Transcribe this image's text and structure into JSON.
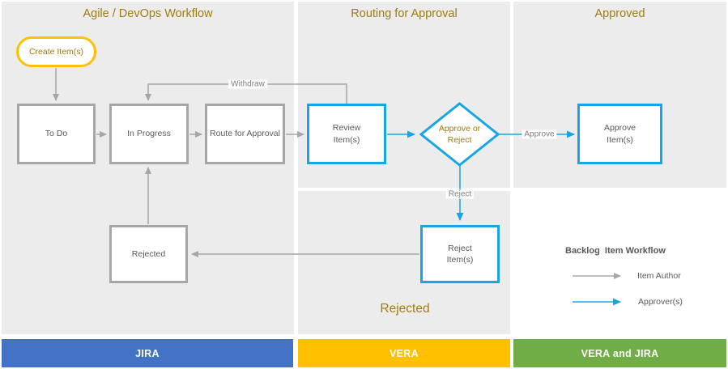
{
  "lanes": {
    "agile": "Agile / DevOps Workflow",
    "routing": "Routing for Approval",
    "approved": "Approved"
  },
  "nodes": {
    "create_item": {
      "label": "Create Item(s)"
    },
    "to_do": {
      "label": "To Do"
    },
    "in_progress": {
      "label": "In Progress"
    },
    "route_for_approval": {
      "label": "Route for Approval"
    },
    "review_items": {
      "line1": "Review",
      "line2": "Item(s)"
    },
    "approve_or_reject": {
      "line1": "Approve or",
      "line2": "Reject"
    },
    "approve_items": {
      "line1": "Approve",
      "line2": "Item(s)"
    },
    "reject_items": {
      "line1": "Reject",
      "line2": "Item(s)"
    },
    "rejected": {
      "label": "Rejected"
    }
  },
  "edge_labels": {
    "withdraw": "Withdraw",
    "approve": "Approve",
    "reject": "Reject"
  },
  "section_label": "Rejected",
  "legend": {
    "title": "Backlog  Item Workflow",
    "item_author": "Item Author",
    "approvers": "Approver(s)"
  },
  "footer": {
    "bars": [
      {
        "label": "JIRA",
        "color": "#4472C4"
      },
      {
        "label": "VERA",
        "color": "#FFC000"
      },
      {
        "label": "VERA and JIRA",
        "color": "#70AD47"
      }
    ]
  },
  "colors": {
    "panel_bg": "#ECECEC",
    "gray_border": "#A6A6A6",
    "blue_accent": "#18A5E4",
    "gold_border": "#FFC000",
    "gold_text": "#9E7C0E",
    "node_text": "#595959",
    "edge_label_text": "#7F7F7F"
  }
}
